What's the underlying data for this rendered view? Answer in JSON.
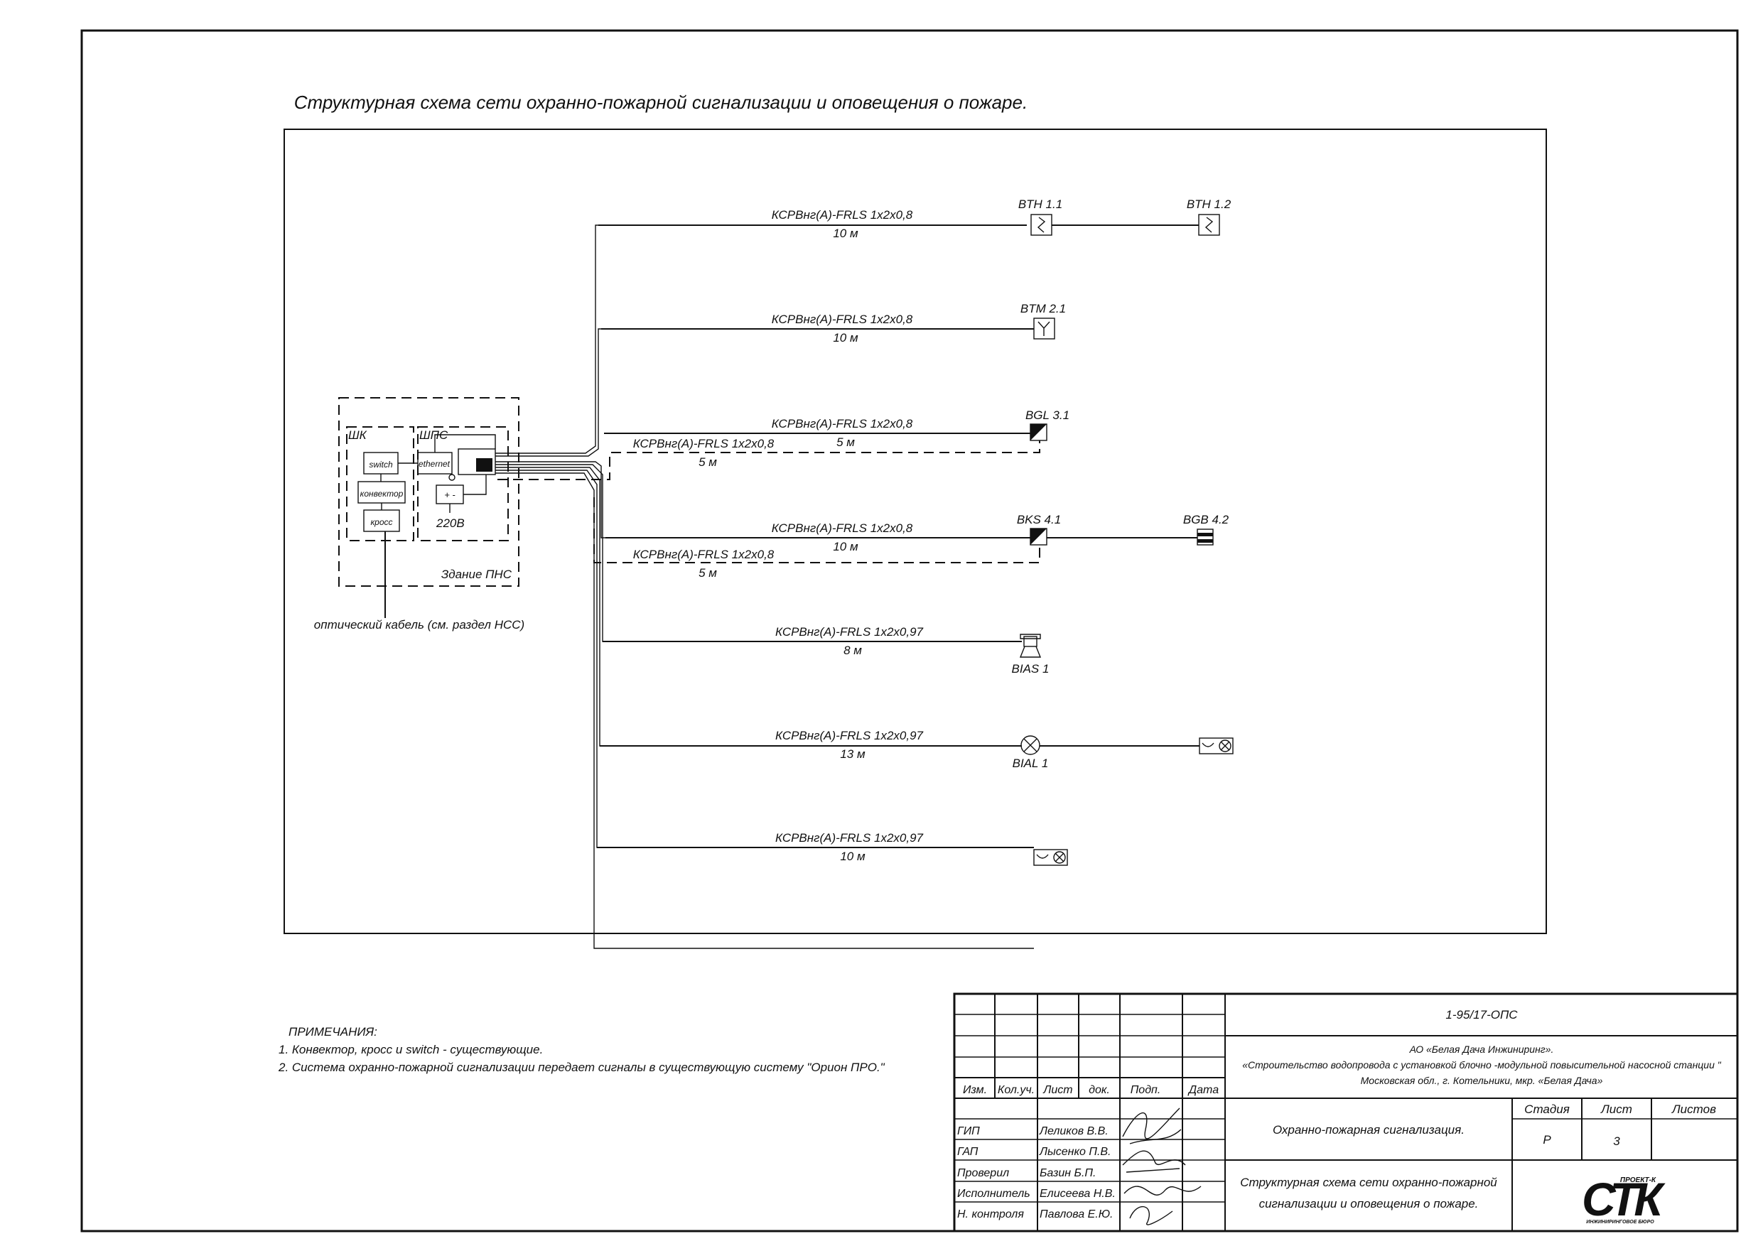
{
  "title": "Структурная схема сети охранно-пожарной сигнализации и оповещения о пожаре.",
  "cabinet": {
    "shk": "ШК",
    "shps": "ШПС",
    "switch": "switch",
    "converter": "конвектор",
    "cross": "кросс",
    "ethernet": "ethernet",
    "power_terminals": "+  -",
    "power": "220В",
    "building": "Здание ПНС",
    "optic": "оптический кабель (см. раздел НСС)"
  },
  "lines": [
    {
      "cable": "КСРВнг(А)-FRLS 1x2x0,8",
      "length": "10 м"
    },
    {
      "cable": "КСРВнг(А)-FRLS 1x2x0,8",
      "length": "10 м"
    },
    {
      "cable": "КСРВнг(А)-FRLS 1x2x0,8",
      "length": "5 м"
    },
    {
      "cable": "КСРВнг(А)-FRLS 1x2x0,8",
      "length": "5 м"
    },
    {
      "cable": "КСРВнг(А)-FRLS 1x2x0,8",
      "length": "10 м"
    },
    {
      "cable": "КСРВнг(А)-FRLS 1x2x0,8",
      "length": "5 м"
    },
    {
      "cable": "КСРВнг(А)-FRLS 1x2x0,97",
      "length": "8 м"
    },
    {
      "cable": "КСРВнг(А)-FRLS 1x2x0,97",
      "length": "13 м"
    },
    {
      "cable": "КСРВнг(А)-FRLS 1x2x0,97",
      "length": "10 м"
    }
  ],
  "devices": {
    "bth11": "BTH 1.1",
    "bth12": "BTH 1.2",
    "btm21": "BTM 2.1",
    "bgl31": "BGL 3.1",
    "bks41": "BKS 4.1",
    "bgb42": "BGB 4.2",
    "bias1": "BIAS 1",
    "bial1": "BIAL 1"
  },
  "notes": {
    "heading": "ПРИМЕЧАНИЯ:",
    "items": [
      "1. Конвектор, кросс и switch - существующие.",
      "2. Система охранно-пожарной сигнализации передает сигналы в существующую систему \"Орион ПРО.\""
    ]
  },
  "stamp": {
    "code": "1-95/17-ОПС",
    "org": "АО «Белая Дача Инжиниринг».",
    "project": "«Строительство водопровода с установкой блочно -модульной повысительной насосной станции \"",
    "location": "Московская обл., г. Котельники, мкр. «Белая Дача»",
    "cols": [
      "Изм.",
      "Кол.уч.",
      "Лист",
      "док.",
      "Подп.",
      "Дата"
    ],
    "roles": [
      {
        "role": "ГИП",
        "name": "Леликов В.В."
      },
      {
        "role": "ГАП",
        "name": "Лысенко П.В."
      },
      {
        "role": "Проверил",
        "name": "Базин Б.П."
      },
      {
        "role": "Исполнитель",
        "name": "Елисеева Н.В."
      },
      {
        "role": "Н. контроля",
        "name": "Павлова Е.Ю."
      }
    ],
    "section": "Охранно-пожарная сигнализация.",
    "stage_label": "Стадия",
    "sheet_label": "Лист",
    "sheets_label": "Листов",
    "stage": "Р",
    "sheet": "3",
    "sheets": "",
    "drawing_title_1": "Структурная схема сети охранно-пожарной",
    "drawing_title_2": "сигнализации и оповещения о пожаре.",
    "logo_main": "СТК",
    "logo_top": "ПРОЕКТ-К",
    "logo_bottom": "ИНЖИНИРИНГОВОЕ БЮРО"
  }
}
